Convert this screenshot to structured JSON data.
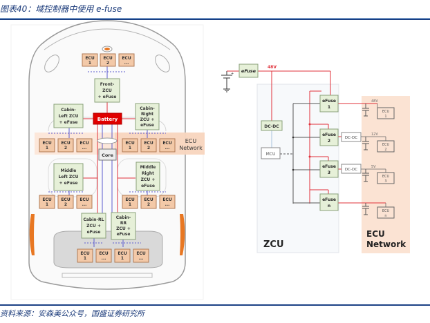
{
  "header": {
    "caption": "图表40：域控制器中使用 e-fuse"
  },
  "footer": {
    "source": "资料来源：安森美公众号，国盛证券研究所"
  },
  "left_diagram": {
    "front_ecus": [
      {
        "l1": "ECU",
        "l2": "1"
      },
      {
        "l1": "ECU",
        "l2": "2"
      },
      {
        "l1": "ECU",
        "l2": "..."
      }
    ],
    "front_zcu": [
      "Front-",
      "ZCU",
      "+ eFuse"
    ],
    "battery": "Battery",
    "core": "Core",
    "cabin_left": [
      "Cabin-",
      "Left ZCU",
      "+ eFuse"
    ],
    "cabin_right": [
      "Cabin-",
      "Right",
      "ZCU +",
      "eFuse"
    ],
    "cabin_left_ecus": [
      {
        "l1": "ECU",
        "l2": "1"
      },
      {
        "l1": "ECU",
        "l2": "2"
      },
      {
        "l1": "ECU",
        "l2": "..."
      }
    ],
    "cabin_right_ecus": [
      {
        "l1": "ECU",
        "l2": "1"
      },
      {
        "l1": "ECU",
        "l2": "2"
      },
      {
        "l1": "ECU",
        "l2": "..."
      }
    ],
    "ecu_network": [
      "ECU",
      "Network"
    ],
    "middle_left": [
      "Middle",
      "Left ZCU",
      "+ eFuse"
    ],
    "middle_right": [
      "Middle",
      "Right",
      "ZCU +",
      "eFuse"
    ],
    "middle_left_ecus": [
      {
        "l1": "ECU",
        "l2": "1"
      },
      {
        "l1": "ECU",
        "l2": "2"
      },
      {
        "l1": "ECU",
        "l2": "..."
      }
    ],
    "middle_right_ecus": [
      {
        "l1": "ECU",
        "l2": "1"
      },
      {
        "l1": "ECU",
        "l2": "2"
      },
      {
        "l1": "ECU",
        "l2": "..."
      }
    ],
    "cabin_rl": [
      "Cabin-RL",
      "ZCU +",
      "eFuse"
    ],
    "cabin_rr": [
      "Cabin-",
      "RR",
      "ZCU +",
      "eFuse"
    ],
    "rear_ecus": [
      {
        "l1": "ECU",
        "l2": "1"
      },
      {
        "l1": "ECU",
        "l2": "..."
      },
      {
        "l1": "ECU",
        "l2": "1"
      },
      {
        "l1": "ECU",
        "l2": "..."
      }
    ]
  },
  "right_diagram": {
    "main_efuse": "eFuse",
    "bus_voltage": "48V",
    "dcdc_main": "DC-DC",
    "mcu": "MCU",
    "zcu_label": "ZCU",
    "efuses": [
      {
        "l1": "eFuse",
        "l2": "1"
      },
      {
        "l1": "eFuse",
        "l2": "2"
      },
      {
        "l1": "eFuse",
        "l2": "3"
      },
      {
        "l1": "eFuse",
        "l2": "n"
      }
    ],
    "dcdc_branch": [
      "DC-DC",
      "DC-DC"
    ],
    "branch_voltages": [
      "48V",
      "12V",
      "5V",
      ""
    ],
    "ecus": [
      {
        "l1": "ECU",
        "l2": "1"
      },
      {
        "l1": "ECU",
        "l2": "2"
      },
      {
        "l1": "ECU",
        "l2": "3"
      },
      {
        "l1": "ECU",
        "l2": "n"
      }
    ],
    "network_label": [
      "ECU",
      "Network"
    ]
  },
  "colors": {
    "ecu_fill": "#f3c9a8",
    "ecu_stroke": "#b07a55",
    "zcu_fill": "#e6f0d8",
    "zcu_stroke": "#8aa17a",
    "battery": "#e00000",
    "power_line": "#e0303a",
    "signal_line": "#5a5acf",
    "network_bg": "#fbe3d3",
    "accent_orange": "#e87722",
    "title_blue": "#1a3a7a"
  }
}
